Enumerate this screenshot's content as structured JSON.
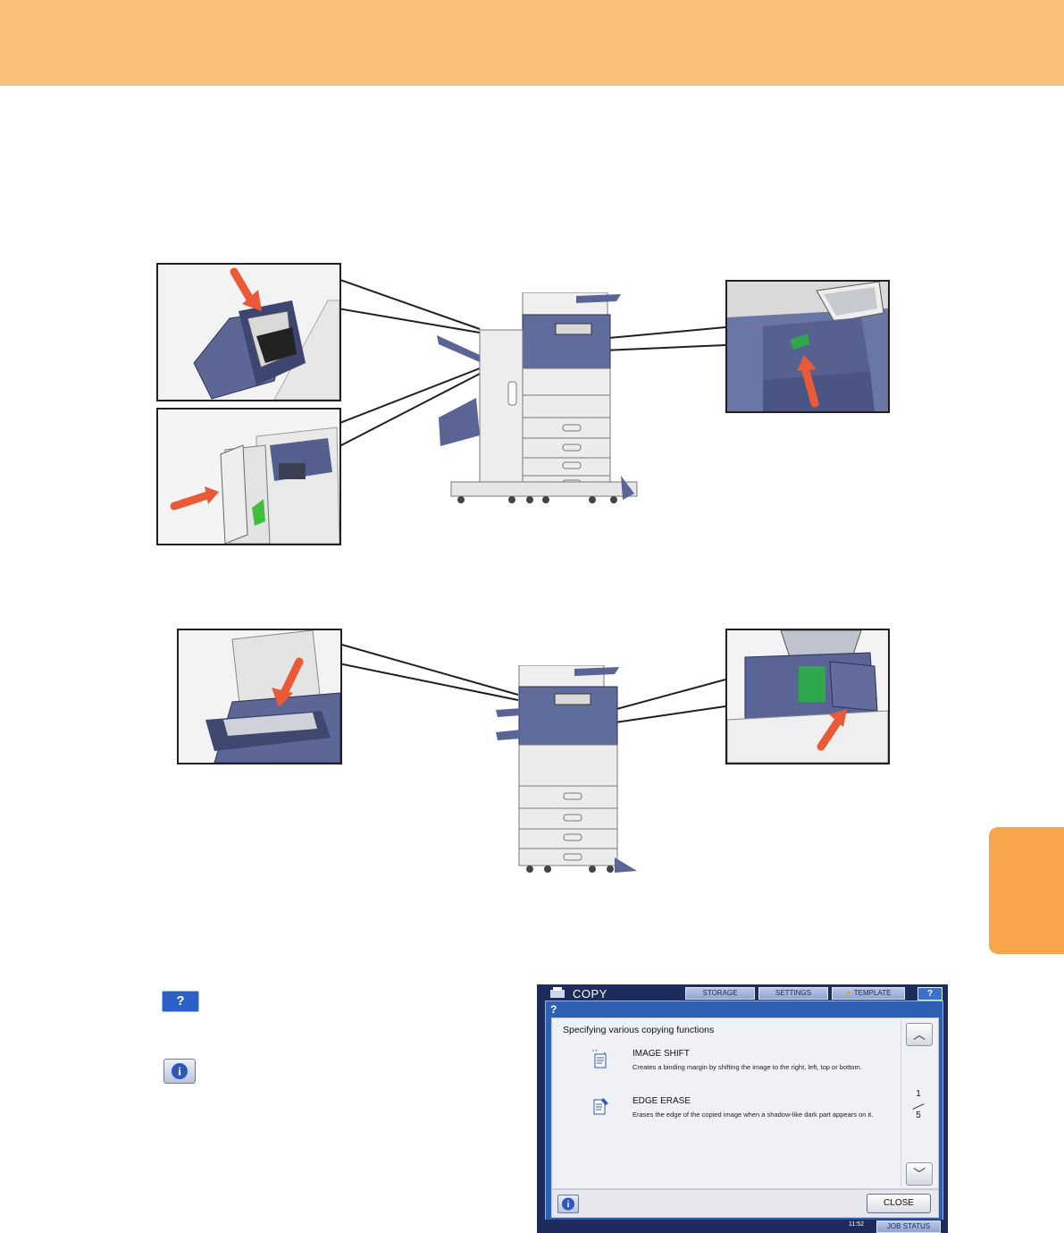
{
  "colors": {
    "header": "#f9c27c",
    "side_tab": "#f6a54a",
    "arrow": "#ea5a36",
    "machine_body": "#eeeeee",
    "machine_dark": "#556393"
  },
  "legend": {
    "help_button": {
      "icon": "question-icon",
      "label": "?"
    },
    "info_button": {
      "icon": "info-icon",
      "label": "i"
    }
  },
  "panel": {
    "title": "COPY",
    "tabs": [
      "STORAGE",
      "SETTINGS",
      "TEMPLATE"
    ],
    "help_label": "?",
    "dialog": {
      "question_mark": "?",
      "heading": "Specifying various copying functions",
      "items": [
        {
          "icon": "image-shift-icon",
          "title": "IMAGE SHIFT",
          "desc": "Creates a binding margin by shifting the image to the right, left, top or bottom."
        },
        {
          "icon": "edge-erase-icon",
          "title": "EDGE ERASE",
          "desc": "Erases the edge of the copied image when a shadow-like dark part appears on it."
        }
      ],
      "page_current": "1",
      "page_total": "5",
      "close_label": "CLOSE"
    },
    "status": {
      "time": "11:52",
      "job_status": "JOB STATUS"
    }
  }
}
